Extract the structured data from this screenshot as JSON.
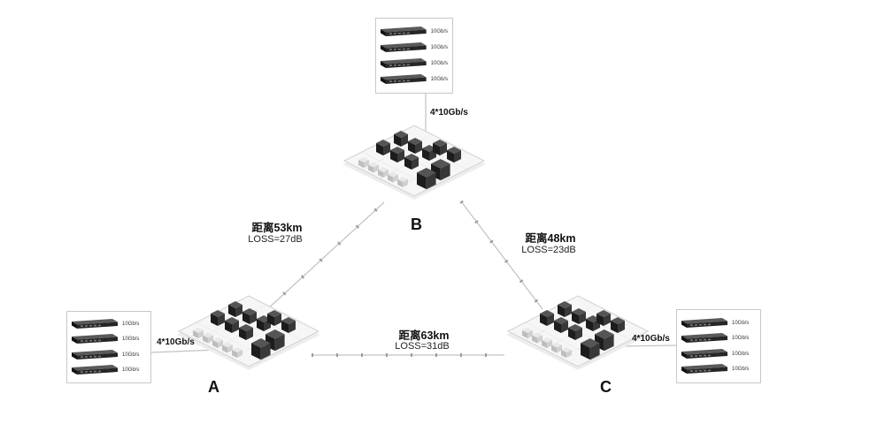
{
  "nodes": {
    "a": {
      "label": "A"
    },
    "b": {
      "label": "B"
    },
    "c": {
      "label": "C"
    }
  },
  "links": {
    "ab": {
      "distance": "距离53km",
      "loss": "LOSS=27dB"
    },
    "bc": {
      "distance": "距离48km",
      "loss": "LOSS=23dB"
    },
    "ac": {
      "distance": "距离63km",
      "loss": "LOSS=31dB"
    }
  },
  "uplinks": {
    "top": "4*10Gb/s",
    "left": "4*10Gb/s",
    "right": "4*10Gb/s"
  },
  "stacks": {
    "top": {
      "switches": [
        "10Gb/s",
        "10Gb/s",
        "10Gb/s",
        "10Gb/s"
      ]
    },
    "left": {
      "switches": [
        "10Gb/s",
        "10Gb/s",
        "10Gb/s",
        "10Gb/s"
      ]
    },
    "right": {
      "switches": [
        "10Gb/s",
        "10Gb/s",
        "10Gb/s",
        "10Gb/s"
      ]
    }
  },
  "colors": {
    "line": "#c2c2c2",
    "tick": "#9b9b9b",
    "text": "#111111"
  }
}
